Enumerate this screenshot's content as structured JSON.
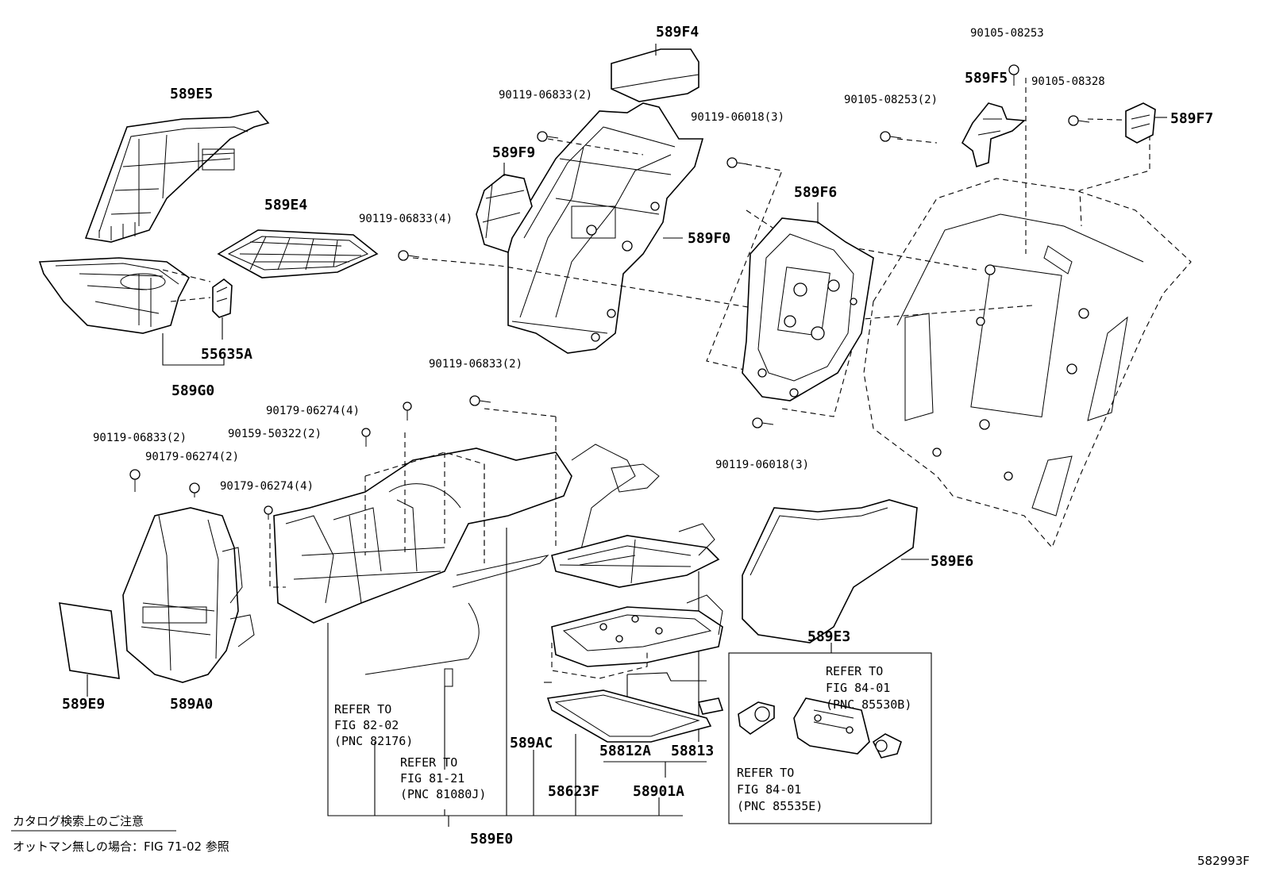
{
  "parts": {
    "p589F4": "589F4",
    "p589E5": "589E5",
    "p589F5": "589F5",
    "p589F7": "589F7",
    "p589F9": "589F9",
    "p589E4": "589E4",
    "p589F6": "589F6",
    "p589F0": "589F0",
    "p55635A": "55635A",
    "p589G0": "589G0",
    "p589E6": "589E6",
    "p589E3": "589E3",
    "p589E9": "589E9",
    "p589A0": "589A0",
    "p589AC": "589AC",
    "p58812A": "58812A",
    "p58813": "58813",
    "p58623F": "58623F",
    "p58901A": "58901A",
    "p589E0": "589E0"
  },
  "bolts": {
    "b_90105_08253": "90105-08253",
    "b_90119_06833_2_top": "90119-06833(2)",
    "b_90105_08253_2": "90105-08253(2)",
    "b_90105_08328": "90105-08328",
    "b_90119_06018_3_top": "90119-06018(3)",
    "b_90119_06833_4": "90119-06833(4)",
    "b_90119_06833_2_mid": "90119-06833(2)",
    "b_90179_06274_4_a": "90179-06274(4)",
    "b_90159_50322_2": "90159-50322(2)",
    "b_90119_06018_3_bot": "90119-06018(3)",
    "b_90119_06833_2_left": "90119-06833(2)",
    "b_90179_06274_2": "90179-06274(2)",
    "b_90179_06274_4_b": "90179-06274(4)"
  },
  "references": {
    "ref_82": [
      "REFER TO",
      "FIG 82-02",
      "(PNC 82176)"
    ],
    "ref_81": [
      "REFER TO",
      "FIG 81-21",
      "(PNC 81080J)"
    ],
    "ref_84a": [
      "REFER TO",
      "FIG 84-01",
      "(PNC 85530B)"
    ],
    "ref_84b": [
      "REFER TO",
      "FIG 84-01",
      "(PNC 85535E)"
    ]
  },
  "notes": {
    "catalog_note_title": "カタログ検索上のご注意",
    "catalog_note_body": "オットマン無しの場合：FIG 71-02 参照",
    "figure_id": "582993F"
  }
}
